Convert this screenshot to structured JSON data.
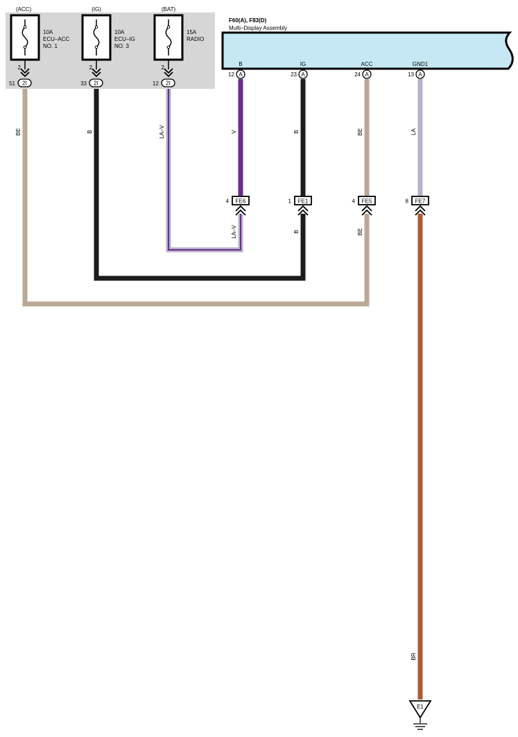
{
  "fuses": [
    {
      "source": "(ACC)",
      "rating": "10A",
      "name1": "ECU–ACC",
      "name2": "NO. 1",
      "fuse_pin": "2",
      "conn_pin": "51",
      "conn": "2I",
      "wire": "BE"
    },
    {
      "source": "(IG)",
      "rating": "10A",
      "name1": "ECU–IG",
      "name2": "NO. 3",
      "fuse_pin": "2",
      "conn_pin": "33",
      "conn": "2I",
      "wire": "B"
    },
    {
      "source": "(BAT)",
      "rating": "15A",
      "name1": "RADIO",
      "name2": "",
      "fuse_pin": "2",
      "conn_pin": "12",
      "conn": "2I",
      "wire": "LA–V"
    }
  ],
  "assembly": {
    "connectors": "F60(A), F83(D)",
    "name": "Multi–Display Assembly",
    "terminals": [
      {
        "label": "B",
        "pin": "12",
        "conn": "A",
        "wire": "V",
        "joint_pin": "4",
        "joint": "FE6",
        "lower_wire": "LA–V"
      },
      {
        "label": "IG",
        "pin": "23",
        "conn": "A",
        "wire": "B",
        "joint_pin": "1",
        "joint": "FE1",
        "lower_wire": "B"
      },
      {
        "label": "ACC",
        "pin": "24",
        "conn": "A",
        "wire": "BE",
        "joint_pin": "4",
        "joint": "FE5",
        "lower_wire": "BE"
      },
      {
        "label": "GND1",
        "pin": "13",
        "conn": "A",
        "wire": "LA",
        "joint_pin": "8",
        "joint": "FE7",
        "lower_wire": "BR"
      }
    ]
  },
  "ground": "E1",
  "colors": {
    "BE": "#bba894",
    "B": "#1c1c1c",
    "V": "#6b2d8c",
    "LA": "#b6b1cb",
    "BR": "#b05a36",
    "fuse_box": "#d6d6d6",
    "assembly_fill": "#c6e8f4"
  }
}
